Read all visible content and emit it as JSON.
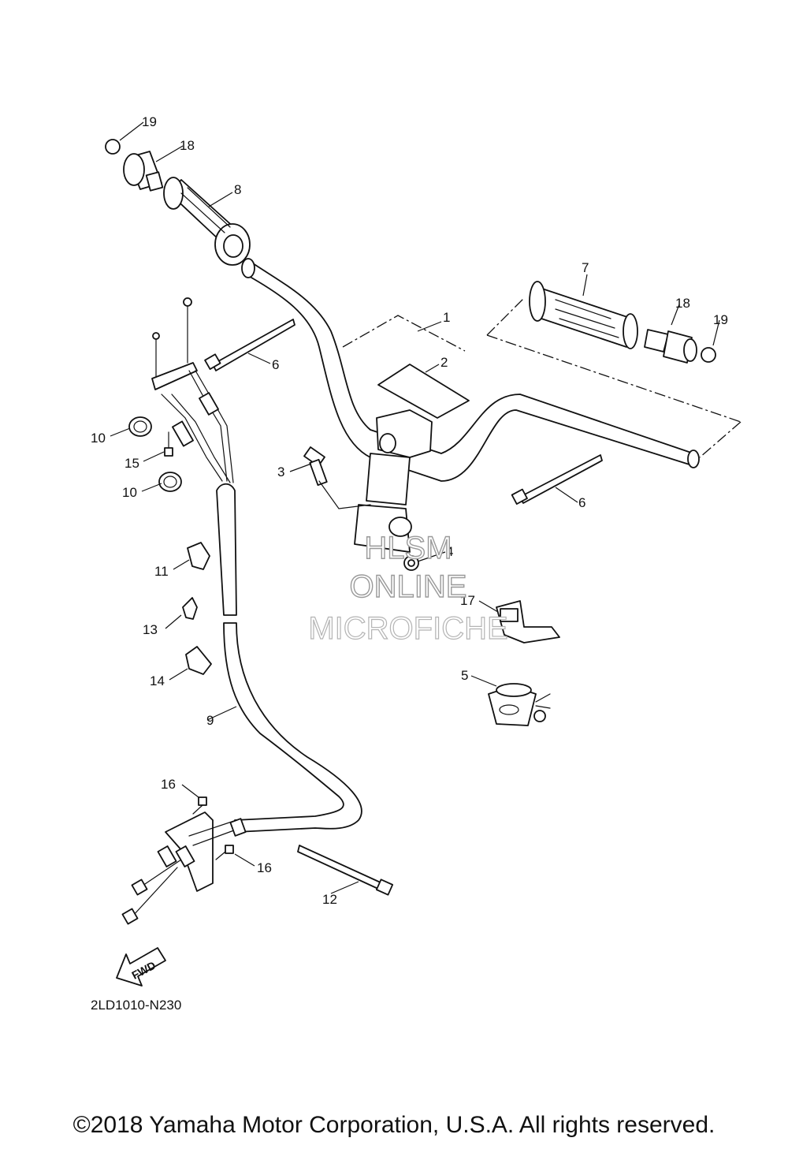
{
  "diagram": {
    "callouts": [
      "1",
      "2",
      "3",
      "4",
      "5",
      "6",
      "6",
      "7",
      "8",
      "9",
      "10",
      "10",
      "11",
      "12",
      "13",
      "14",
      "15",
      "16",
      "16",
      "17",
      "18",
      "18",
      "19",
      "19"
    ],
    "watermark": [
      "HLSM",
      "ONLINE",
      "MICROFICHE"
    ],
    "drawing_code": "2LD1010-N230",
    "fwd_label": "FWD"
  },
  "footer": {
    "copyright": "©2018 Yamaha Motor Corporation, U.S.A. All rights reserved."
  }
}
